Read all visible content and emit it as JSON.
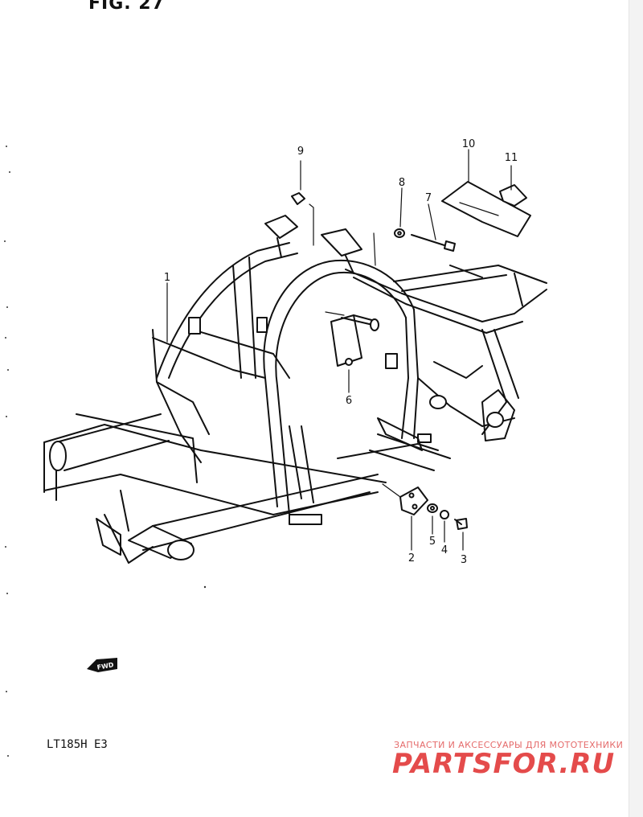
{
  "figure": {
    "title": "FIG. 27"
  },
  "model_code": "LT185H  E3",
  "direction_arrow": {
    "label": "FWD"
  },
  "callouts": [
    "1",
    "2",
    "3",
    "4",
    "5",
    "6",
    "7",
    "8",
    "9",
    "10",
    "11"
  ],
  "watermark": {
    "tagline": "ЗАПЧАСТИ И АКСЕССУАРЫ ДЛЯ МОТОТЕХНИКИ",
    "brand": "PARTSFOR.RU"
  },
  "colors": {
    "line": "#111111",
    "watermark": "#e44b4b",
    "background": "#ffffff"
  }
}
